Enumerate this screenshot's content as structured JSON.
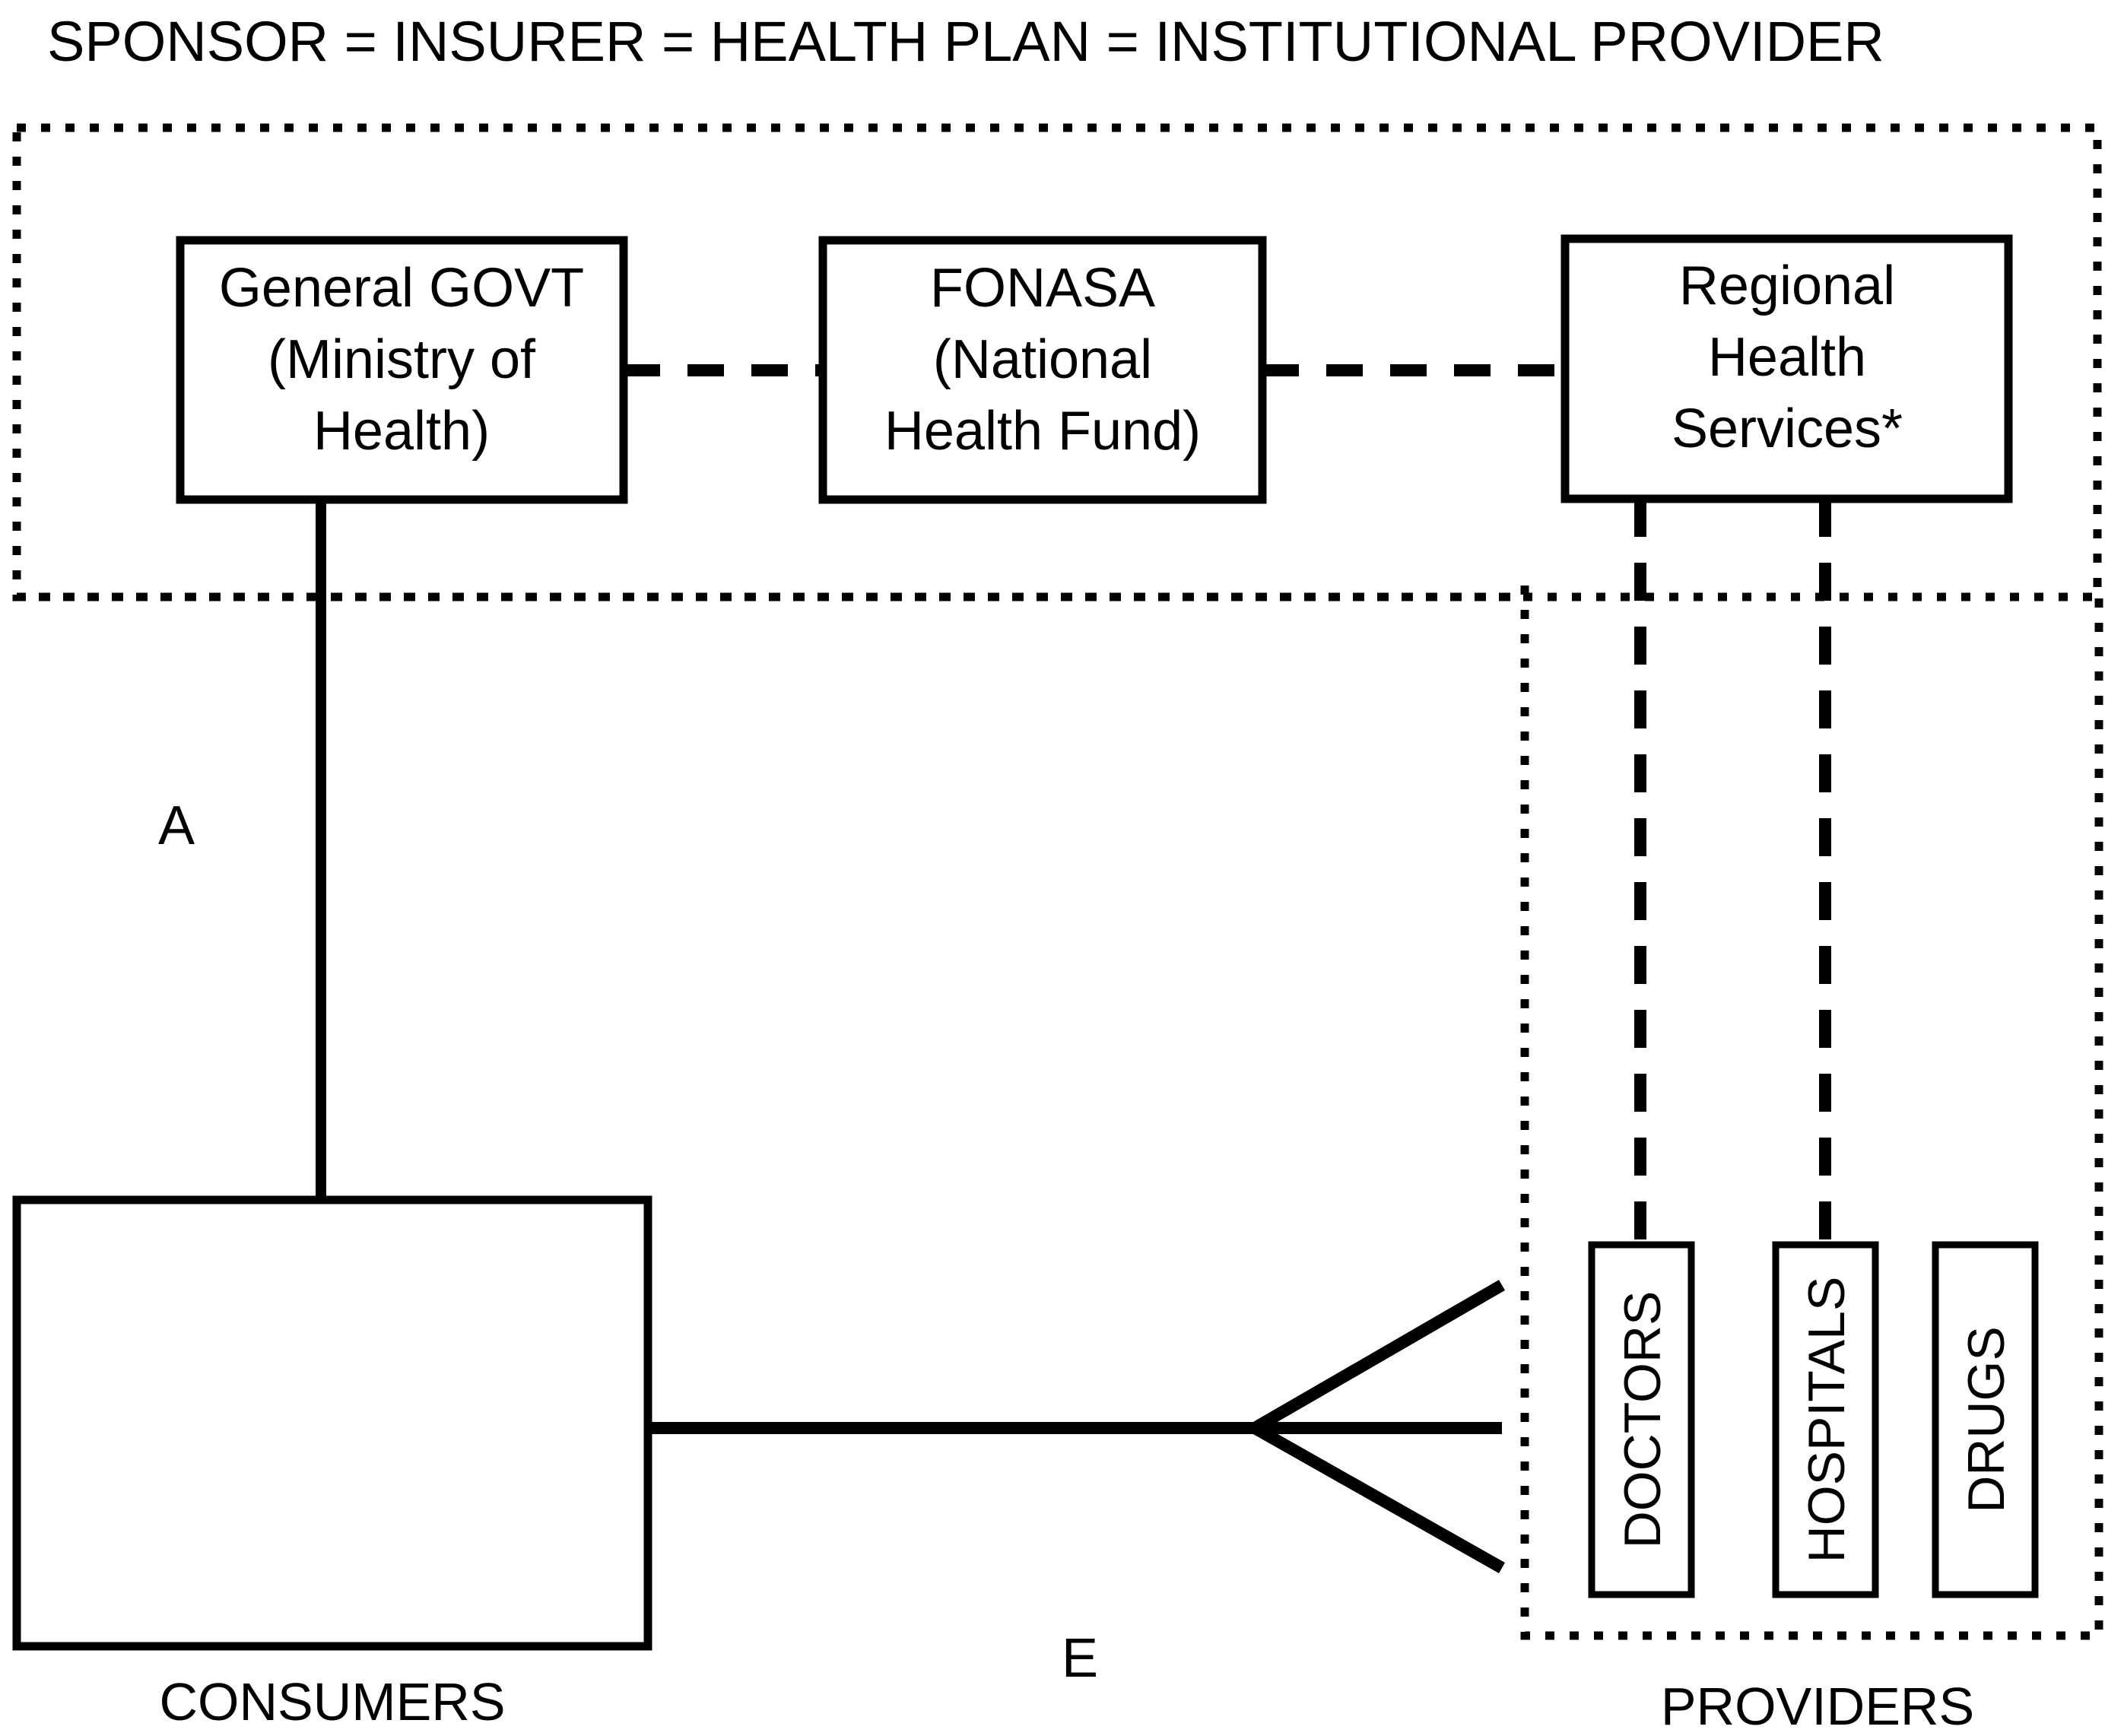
{
  "title": "SPONSOR = INSURER = HEALTH PLAN = INSTITUTIONAL PROVIDER",
  "zones": {
    "sponsor_zone_name": "sponsor-insurer-zone",
    "providers_label": "PROVIDERS",
    "consumers_label": "CONSUMERS"
  },
  "boxes": {
    "govt": {
      "line1": "General GOVT",
      "line2": "(Ministry of",
      "line3": "Health)"
    },
    "fonasa": {
      "line1": "FONASA",
      "line2": "(National",
      "line3": "Health Fund)"
    },
    "regional": {
      "line1": "Regional",
      "line2": "Health",
      "line3": "Services*"
    },
    "consumers": {
      "label": "CONSUMERS"
    },
    "providers": [
      {
        "label": "DOCTORS"
      },
      {
        "label": "HOSPITALS"
      },
      {
        "label": "DRUGS"
      }
    ]
  },
  "flow_labels": {
    "a": "A",
    "e": "E"
  },
  "colors": {
    "stroke": "#000000",
    "background": "#ffffff"
  }
}
